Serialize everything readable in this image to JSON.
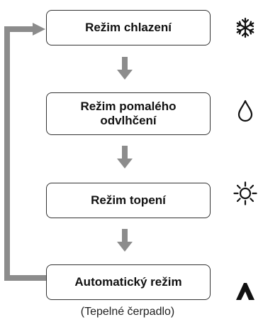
{
  "modes": [
    {
      "label": "Režim chlazení",
      "icon": "snowflake-icon"
    },
    {
      "label": "Režim pomalého odvlhčení",
      "icon": "droplet-icon"
    },
    {
      "label": "Režim topení",
      "icon": "sun-icon"
    },
    {
      "label": "Automatický režim",
      "icon": "auto-mode-icon"
    }
  ],
  "footnote": "(Tepelné čerpadlo)",
  "colors": {
    "connector": "#8c8c8c",
    "box_border": "#333333",
    "text": "#111111"
  }
}
